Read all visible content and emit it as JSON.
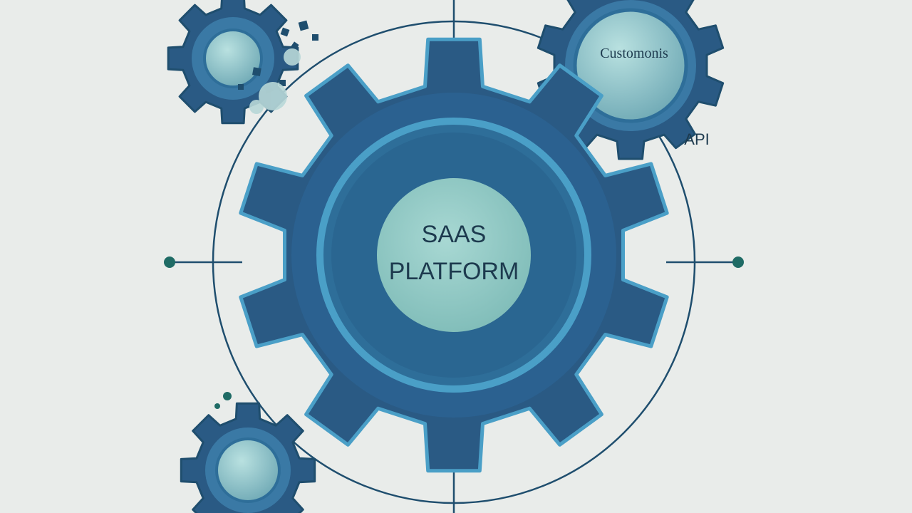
{
  "diagram": {
    "center": {
      "line1": "SAAS",
      "line2": "PLATFORM"
    },
    "gear_customers": {
      "label": "Customonis"
    },
    "api": {
      "label": "API"
    }
  },
  "colors": {
    "background": "#e9ecea",
    "gear_dark": "#2a5a84",
    "gear_mid": "#2e6e99",
    "gear_light": "#4a9fc7",
    "hub_fill": "#8fc8c4",
    "ring_line": "#1f4e6e",
    "node_dot": "#1f6b65"
  }
}
